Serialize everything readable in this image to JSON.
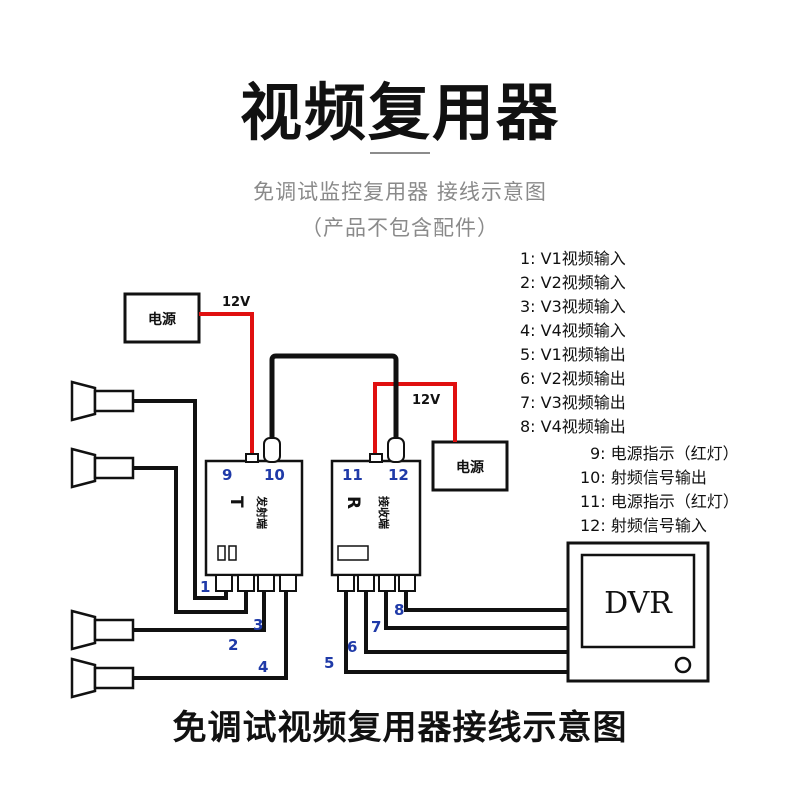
{
  "title": "视频复用器",
  "subtitle": "免调试监控复用器 接线示意图",
  "note": "（产品不包含配件）",
  "legend": [
    "1:  V1视频输入",
    "2:  V2视频输入",
    "3:  V3视频输入",
    "4:  V4视频输入",
    "5:  V1视频输出",
    "6:  V2视频输出",
    "7:  V3视频输出",
    "8:  V4视频输出",
    "9:  电源指示（红灯）",
    "10:  射频信号输出",
    "11:  电源指示（红灯）",
    "12:  射频信号输入"
  ],
  "diagram": {
    "power_left_label": "电源",
    "power_right_label": "电源",
    "voltage_left": "12V",
    "voltage_right": "12V",
    "transmitter_letter": "T",
    "transmitter_label": "发射端",
    "receiver_letter": "R",
    "receiver_label": "接收端",
    "port_labels": [
      "1",
      "2",
      "3",
      "4",
      "5",
      "6",
      "7",
      "8",
      "9",
      "10",
      "11",
      "12"
    ],
    "dvr_label": "DVR"
  },
  "bottom_caption": "免调试视频复用器接线示意图",
  "colors": {
    "wire": "#111111",
    "power_wire": "#e01010",
    "port_number": "#1f3aa8",
    "subtitle_gray": "#8a8a8a"
  }
}
